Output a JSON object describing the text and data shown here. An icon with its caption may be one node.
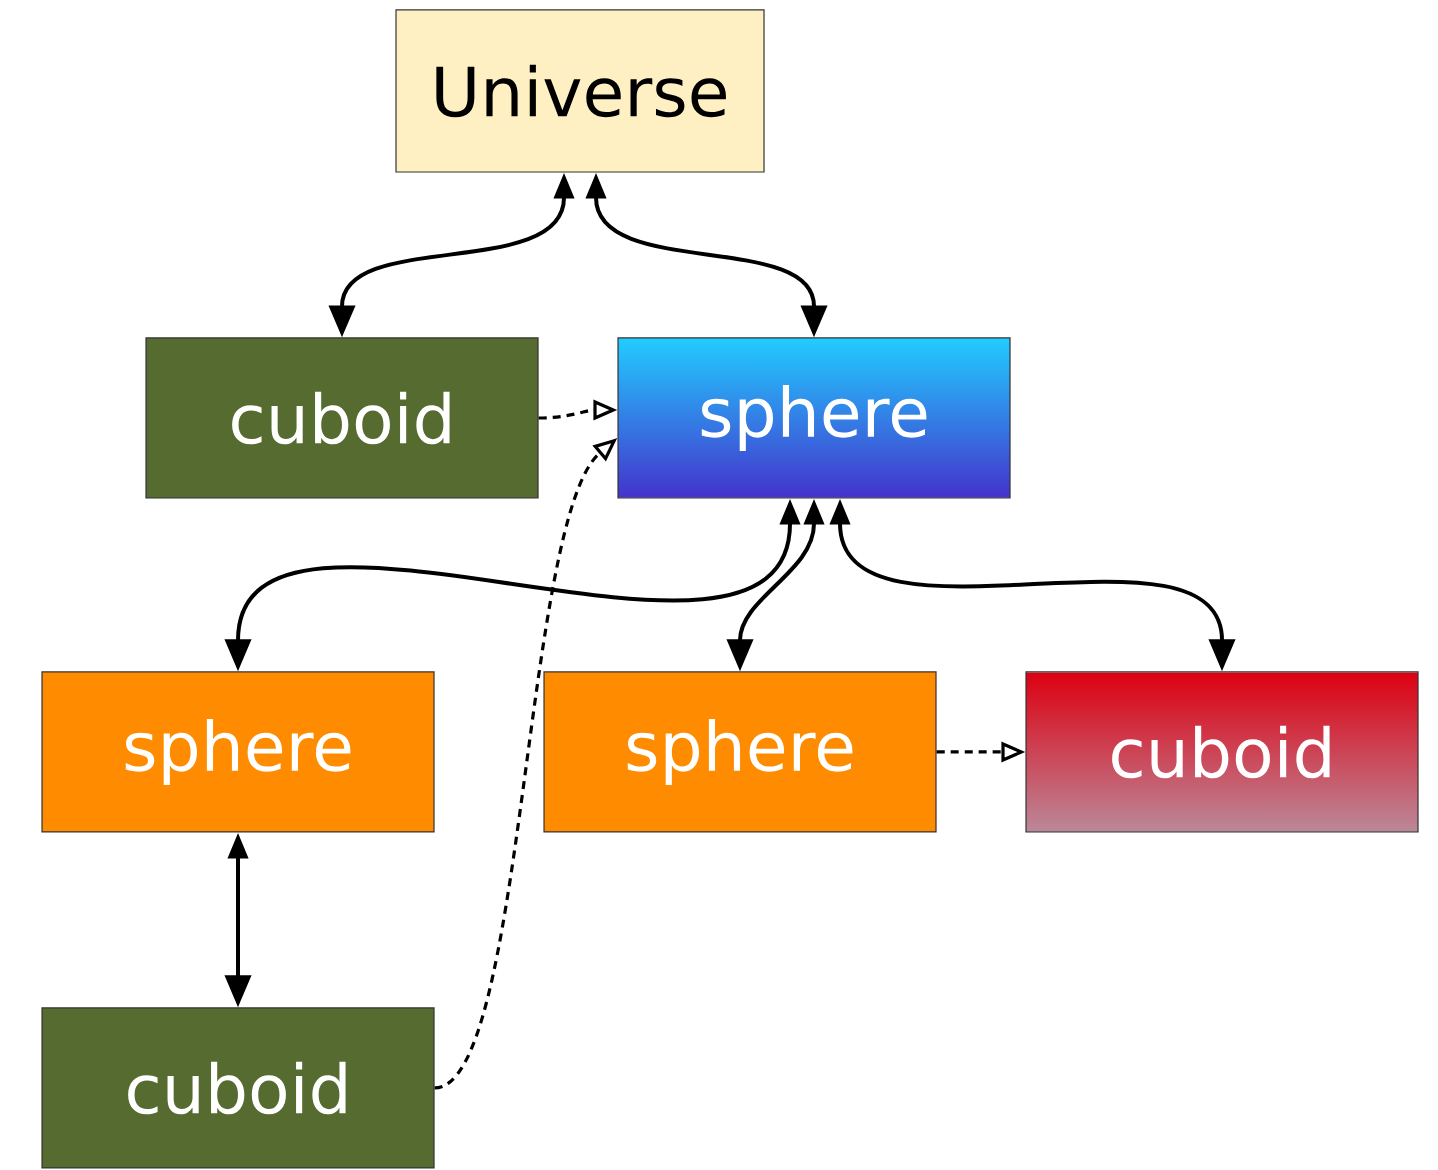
{
  "diagram": {
    "nodes": [
      {
        "text": [
          "Universe"
        ]
      },
      {
        "text": [
          "cuboid"
        ]
      },
      {
        "text": [
          "sphere"
        ]
      },
      {
        "text": [
          "sphere"
        ]
      },
      {
        "text": [
          "sphere"
        ]
      },
      {
        "text": [
          "cuboid"
        ]
      },
      {
        "text": [
          "cuboid"
        ]
      }
    ],
    "edges": [
      {
        "from": 0,
        "to": 1,
        "arrow": "both"
      },
      {
        "from": 0,
        "to": 2,
        "arrow": "both"
      },
      {
        "from": 1,
        "to": 2,
        "arrow": "to",
        "style": "dashed"
      },
      {
        "from": 2,
        "to": 3,
        "arrow": "both"
      },
      {
        "from": 2,
        "to": 4,
        "arrow": "both"
      },
      {
        "from": 2,
        "to": 5,
        "arrow": "both"
      },
      {
        "from": 4,
        "to": 5,
        "arrow": "to",
        "style": "dashed"
      },
      {
        "from": 3,
        "to": 6,
        "arrow": "both"
      },
      {
        "from": 6,
        "to": 2,
        "arrow": "to",
        "style": "dashed"
      }
    ]
  }
}
